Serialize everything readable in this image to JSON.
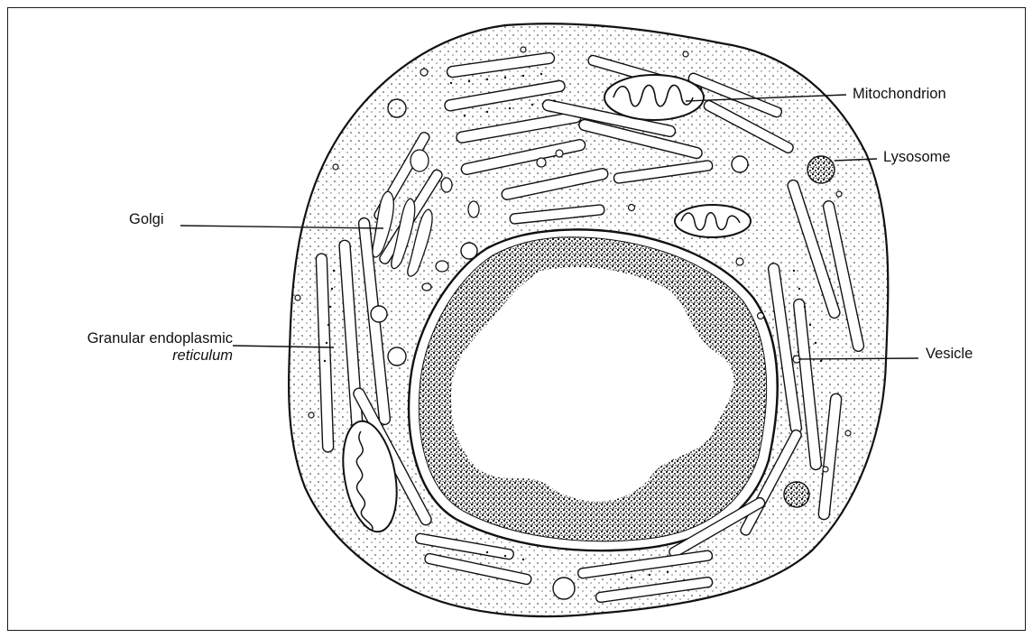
{
  "labels": {
    "mitochondrion": "Mitochondrion",
    "lysosome": "Lysosome",
    "golgi": "Golgi",
    "ger_line1": "Granular endoplasmic",
    "ger_line2": "reticulum",
    "vesicle": "Vesicle"
  },
  "colors": {
    "ink": "#111111",
    "background": "#ffffff"
  }
}
